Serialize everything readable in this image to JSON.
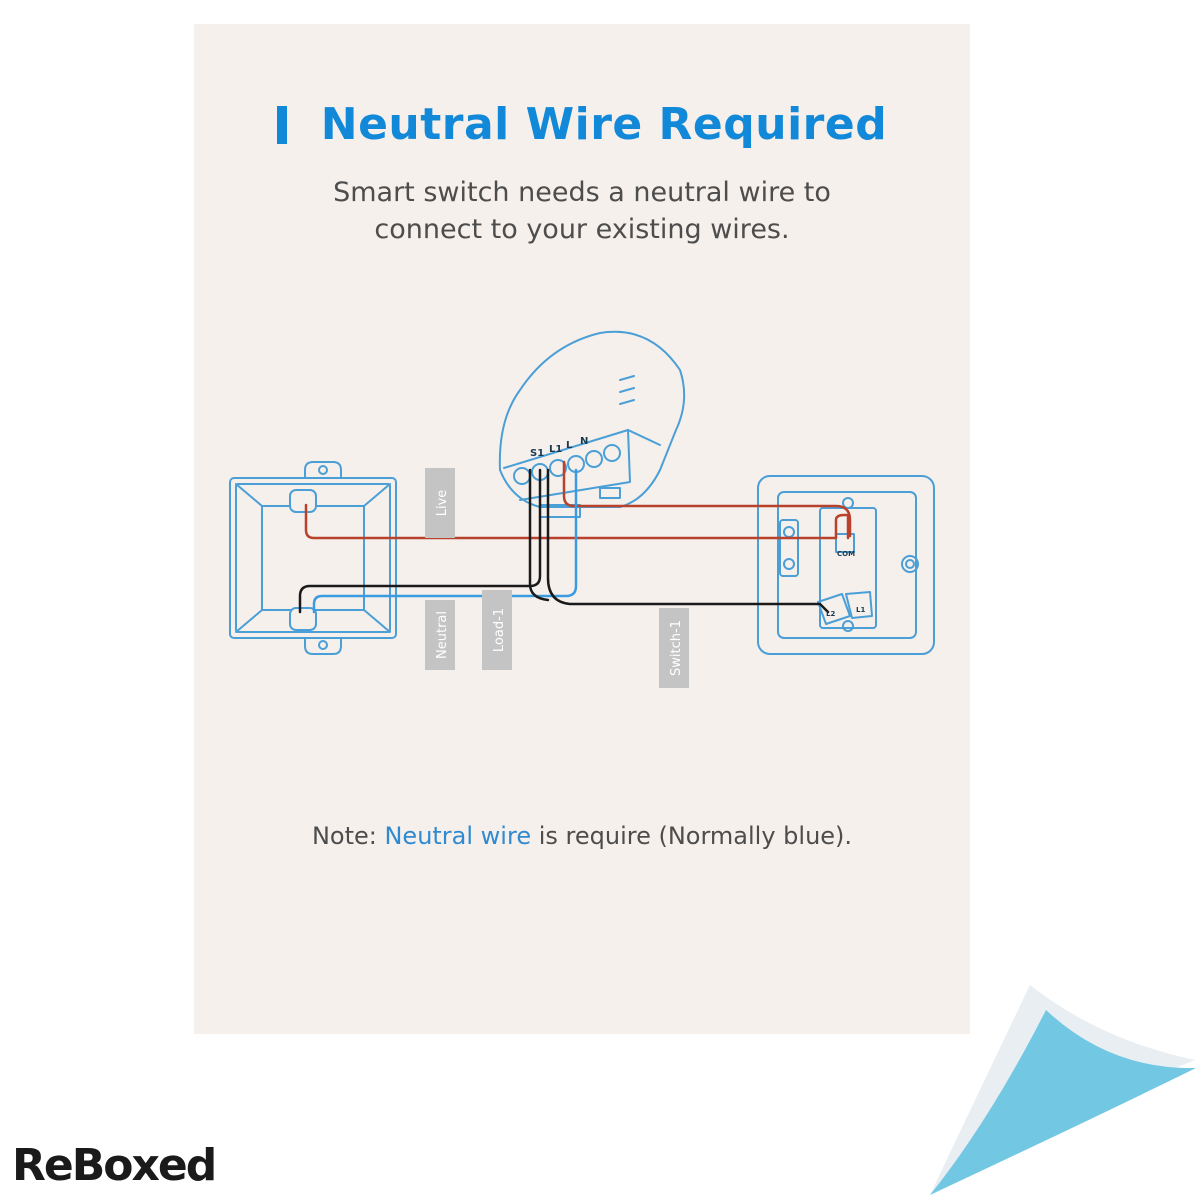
{
  "header": {
    "title": "Neutral Wire Required",
    "subtitle": "Smart switch needs a neutral wire to\nconnect to your existing wires."
  },
  "diagram": {
    "module_terminals": [
      "S1",
      "L1",
      "L",
      "N"
    ],
    "wire_labels": {
      "live": "Live",
      "neutral": "Neutral",
      "load": "Load-1",
      "switch": "Switch-1"
    },
    "switch_terminals": {
      "com": "COM",
      "l2": "L2",
      "l1": "L1"
    },
    "colors": {
      "outline": "#4a9fd6",
      "live_wire": "#b8422c",
      "neutral_wire": "#3b9be0",
      "switch_wire": "#1a1a1a",
      "label_bg": "#c4c4c4"
    }
  },
  "note": {
    "prefix": "Note: ",
    "highlight": "Neutral wire",
    "suffix": " is require (Normally blue)."
  },
  "brand": {
    "logo_text": "ReBoxed"
  },
  "decor": {
    "corner_color": "#72c7e3"
  }
}
